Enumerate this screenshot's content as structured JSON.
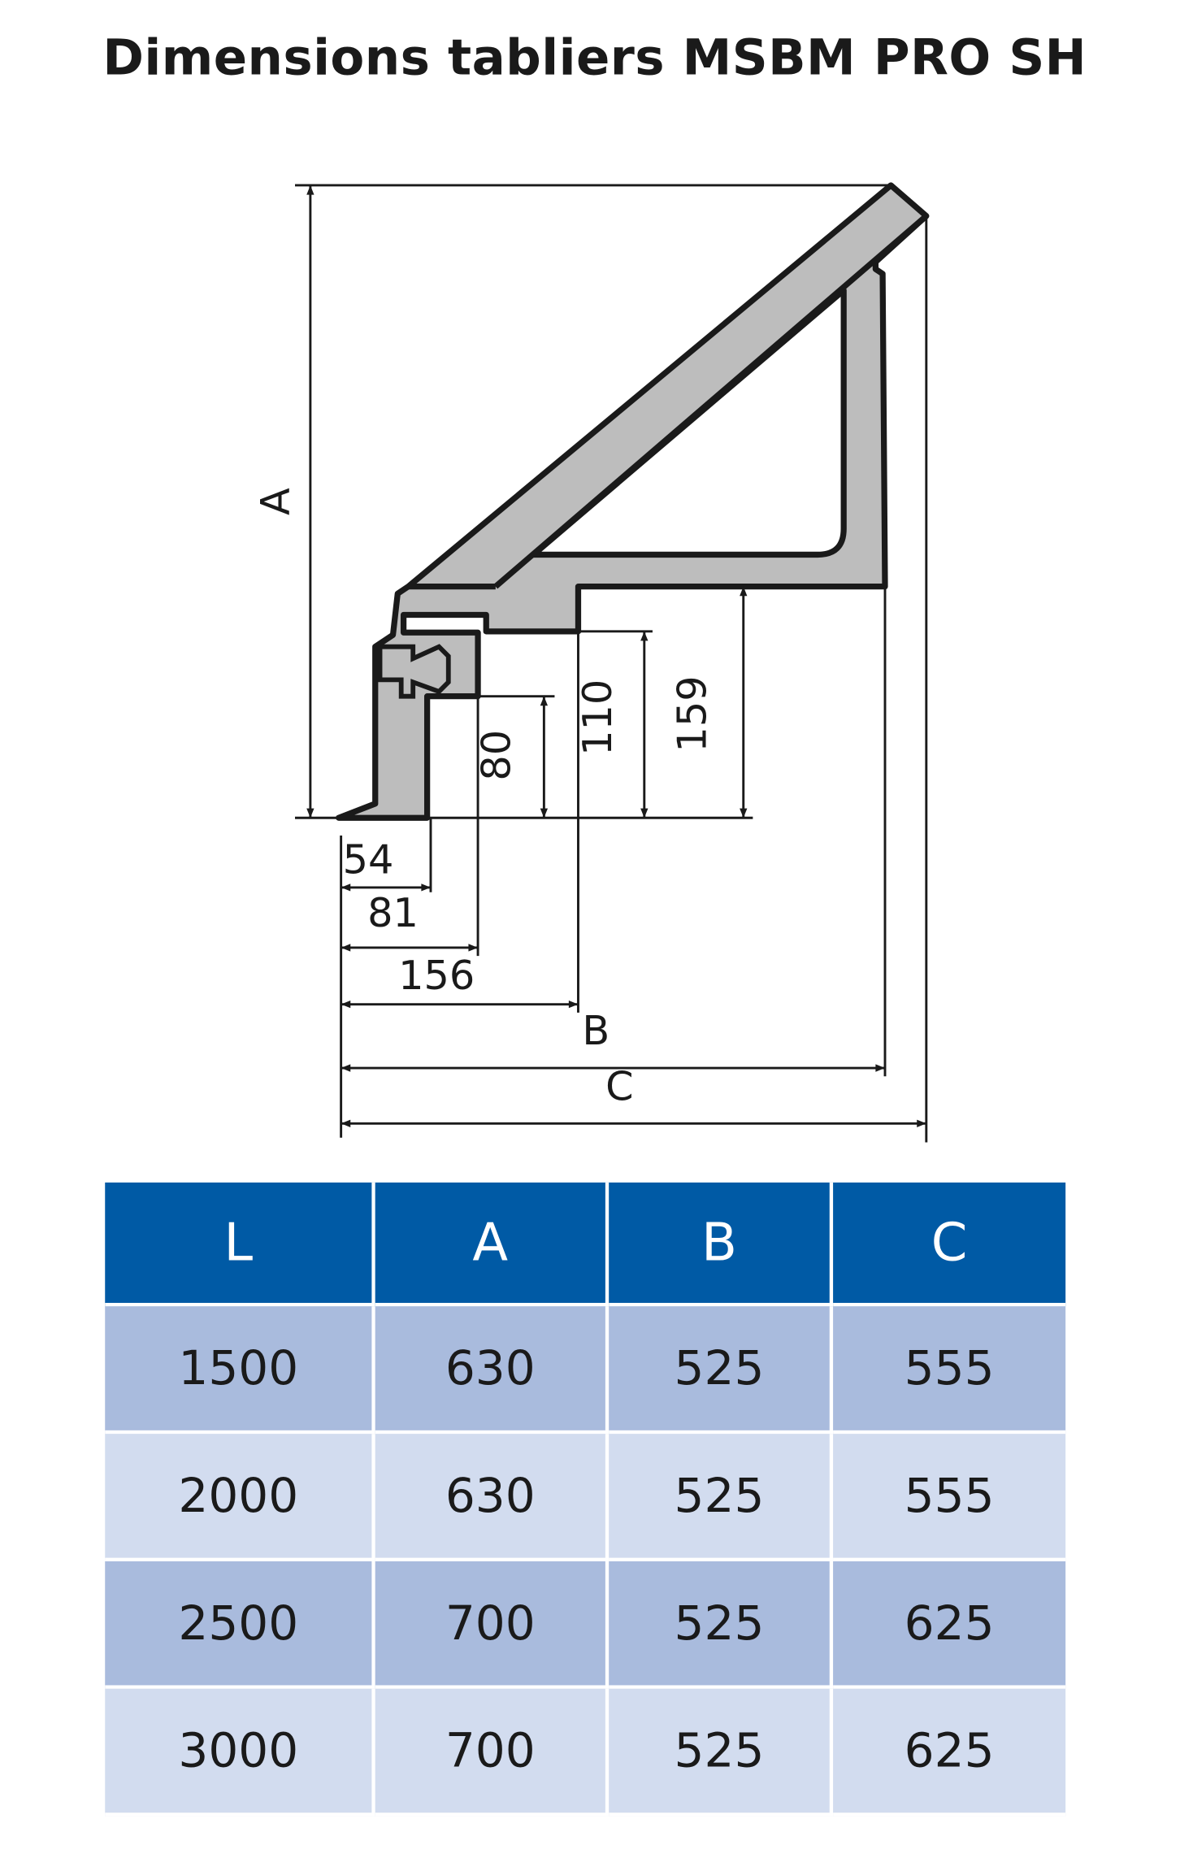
{
  "title": "Dimensions tabliers MSBM PRO SH",
  "diagram": {
    "labels": {
      "A": "A",
      "B": "B",
      "C": "C"
    },
    "dimensions": {
      "d54": "54",
      "d81": "81",
      "d156": "156",
      "d80": "80",
      "d110": "110",
      "d159": "159"
    },
    "colors": {
      "profile_fill": "#bdbdbd",
      "line": "#1a1a1a"
    }
  },
  "table": {
    "headers": [
      "L",
      "A",
      "B",
      "C"
    ],
    "rows": [
      [
        "1500",
        "630",
        "525",
        "555"
      ],
      [
        "2000",
        "630",
        "525",
        "555"
      ],
      [
        "2500",
        "700",
        "525",
        "625"
      ],
      [
        "3000",
        "700",
        "525",
        "625"
      ]
    ],
    "colors": {
      "header": "#005aa5",
      "row_dark": "#a9bbdd",
      "row_light": "#d2dcef"
    }
  }
}
